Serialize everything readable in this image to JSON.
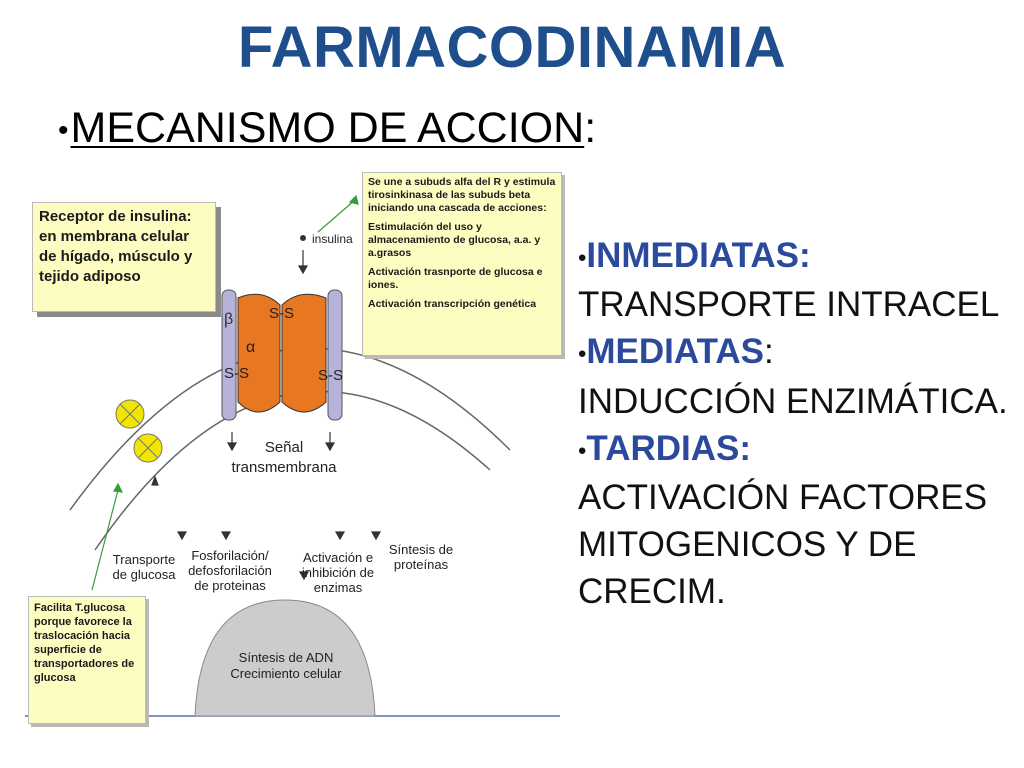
{
  "title": "FARMACODINAMIA",
  "heading": {
    "bullet": "•",
    "text": "MECANISMO DE ACCION",
    "suffix": ":"
  },
  "diagram": {
    "receptor_box": "Receptor de insulina: en membrana celular de hígado, músculo y tejido adiposo",
    "subuds_box": [
      "Se une a subuds alfa del R y estimula tirosinkinasa de las subuds beta iniciando una cascada de acciones:",
      "Estimulación del uso y almacenamiento de glucosa, a.a. y a.grasos",
      "Activación trasnporte de glucosa e iones.",
      "Activación transcripción genética"
    ],
    "facilita_box": "Facilita T.glucosa porque favorece la traslocación hacia superficie de transportadores de glucosa",
    "labels": {
      "insulina": "insulina",
      "beta": "β",
      "alfa": "α",
      "ss1": "S-S",
      "ss2": "S-S",
      "ss3": "S-S",
      "senal": "Señal transmembrana",
      "transporte": "Transporte de glucosa",
      "fosforilacion": "Fosforilación/ defosforilación de proteinas",
      "activacion": "Activación e inhibición de enzimas",
      "sintesis_prot": "Síntesis de proteínas",
      "sintesis_adn": "Síntesis de ADN",
      "crecimiento": "Crecimiento celular"
    }
  },
  "effects": [
    {
      "bullet": "•",
      "head": "INMEDIATAS:",
      "sep": "",
      "body": "TRANSPORTE INTRACEL"
    },
    {
      "bullet": "•",
      "head": "MEDIATAS",
      "sep": ":",
      "body": "INDUCCIÓN ENZIMÁTICA."
    },
    {
      "bullet": "•",
      "head": "TARDIAS:",
      "sep": "",
      "body": "ACTIVACIÓN FACTORES MITOGENICOS Y DE CRECIM."
    }
  ],
  "colors": {
    "title": "#1f4e8c",
    "effect_head": "#2b4a9b",
    "note_box": "#fdfdc2",
    "receptor_alpha": "#e87722",
    "receptor_beta": "#b7b2d9",
    "nucleus": "#cccccc",
    "glucose_transporter": "#f2e600"
  }
}
